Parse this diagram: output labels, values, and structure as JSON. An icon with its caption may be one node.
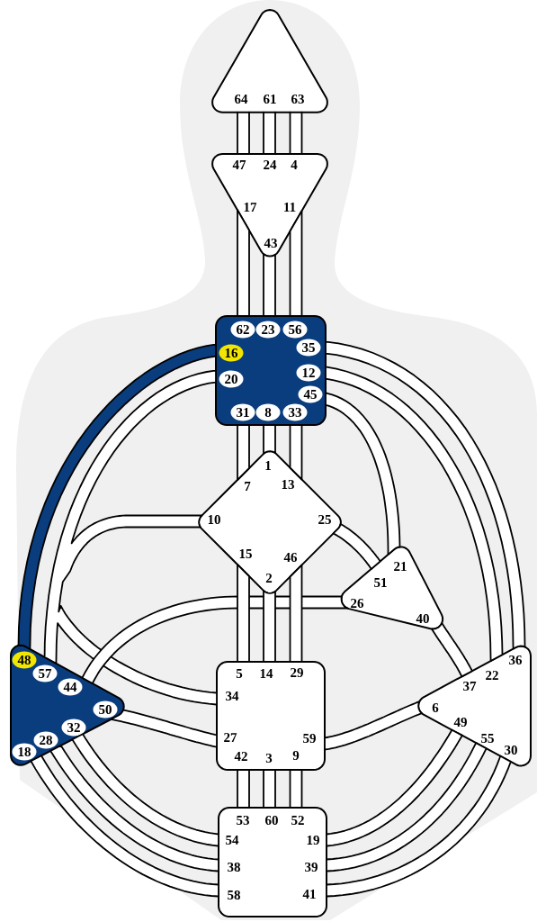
{
  "diagram": {
    "nodes": [
      {
        "text": [
          "64",
          "61",
          "63"
        ]
      },
      {
        "text": [
          "47",
          "24",
          "4",
          "17",
          "11",
          "43"
        ]
      },
      {
        "text": [],
        "shape": "box"
      },
      {
        "text": [
          "62"
        ],
        "in": 2
      },
      {
        "text": [
          "23"
        ],
        "in": 2
      },
      {
        "text": [
          "56"
        ],
        "in": 2
      },
      {
        "text": [
          "16"
        ],
        "in": 2
      },
      {
        "text": [
          "35"
        ],
        "in": 2
      },
      {
        "text": [
          "20"
        ],
        "in": 2
      },
      {
        "text": [
          "12"
        ],
        "in": 2
      },
      {
        "text": [
          "45"
        ],
        "in": 2
      },
      {
        "text": [
          "31"
        ],
        "in": 2
      },
      {
        "text": [
          "8"
        ],
        "in": 2
      },
      {
        "text": [
          "33"
        ],
        "in": 2
      },
      {
        "text": [
          "1",
          "7",
          "13",
          "10",
          "25",
          "15",
          "46",
          "2"
        ]
      },
      {
        "text": [
          "21",
          "51",
          "26",
          "40"
        ]
      },
      {
        "text": [],
        "shape": "triangle"
      },
      {
        "text": [
          "48"
        ],
        "in": 16
      },
      {
        "text": [
          "57"
        ],
        "in": 16
      },
      {
        "text": [
          "44"
        ],
        "in": 16
      },
      {
        "text": [
          "50"
        ],
        "in": 16
      },
      {
        "text": [
          "32"
        ],
        "in": 16
      },
      {
        "text": [
          "28"
        ],
        "in": 16
      },
      {
        "text": [
          "18"
        ],
        "in": 16
      },
      {
        "text": [
          "5",
          "14",
          "29",
          "34",
          "27",
          "59",
          "42",
          "3",
          "9"
        ]
      },
      {
        "text": [
          "36",
          "22",
          "37",
          "6",
          "49",
          "55",
          "30"
        ]
      },
      {
        "text": [
          "53",
          "60",
          "52",
          "54",
          "19",
          "38",
          "39",
          "58",
          "41"
        ]
      }
    ],
    "edges": [
      {
        "from": 0,
        "to": 1,
        "arrow": "none"
      },
      {
        "from": 0,
        "to": 1,
        "arrow": "none"
      },
      {
        "from": 0,
        "to": 1,
        "arrow": "none"
      },
      {
        "from": 1,
        "to": 2,
        "arrow": "none"
      },
      {
        "from": 1,
        "to": 2,
        "arrow": "none"
      },
      {
        "from": 1,
        "to": 2,
        "arrow": "none"
      },
      {
        "from": 2,
        "to": 14,
        "arrow": "none"
      },
      {
        "from": 2,
        "to": 14,
        "arrow": "none"
      },
      {
        "from": 2,
        "to": 14,
        "arrow": "none"
      },
      {
        "from": 2,
        "to": 16,
        "arrow": "none",
        "color": "#0a3d7d"
      },
      {
        "from": 2,
        "to": 16,
        "arrow": "none"
      },
      {
        "from": 2,
        "to": 24,
        "arrow": "none"
      },
      {
        "from": 2,
        "to": 14,
        "arrow": "none"
      },
      {
        "from": 14,
        "to": 16,
        "arrow": "none"
      },
      {
        "from": 14,
        "to": 24,
        "arrow": "none"
      },
      {
        "from": 16,
        "to": 24,
        "arrow": "none"
      },
      {
        "from": 2,
        "to": 15,
        "arrow": "none"
      },
      {
        "from": 2,
        "to": 25,
        "arrow": "none"
      },
      {
        "from": 2,
        "to": 25,
        "arrow": "none"
      },
      {
        "from": 14,
        "to": 15,
        "arrow": "none"
      },
      {
        "from": 15,
        "to": 16,
        "arrow": "none"
      },
      {
        "from": 14,
        "to": 24,
        "arrow": "none"
      },
      {
        "from": 14,
        "to": 24,
        "arrow": "none"
      },
      {
        "from": 14,
        "to": 24,
        "arrow": "none"
      },
      {
        "from": 15,
        "to": 25,
        "arrow": "none"
      },
      {
        "from": 16,
        "to": 24,
        "arrow": "none"
      },
      {
        "from": 24,
        "to": 25,
        "arrow": "none"
      },
      {
        "from": 16,
        "to": 26,
        "arrow": "none"
      },
      {
        "from": 16,
        "to": 26,
        "arrow": "none"
      },
      {
        "from": 16,
        "to": 26,
        "arrow": "none"
      },
      {
        "from": 24,
        "to": 26,
        "arrow": "none"
      },
      {
        "from": 24,
        "to": 26,
        "arrow": "none"
      },
      {
        "from": 24,
        "to": 26,
        "arrow": "none"
      },
      {
        "from": 25,
        "to": 26,
        "arrow": "none"
      },
      {
        "from": 25,
        "to": 26,
        "arrow": "none"
      },
      {
        "from": 25,
        "to": 26,
        "arrow": "none"
      }
    ]
  }
}
